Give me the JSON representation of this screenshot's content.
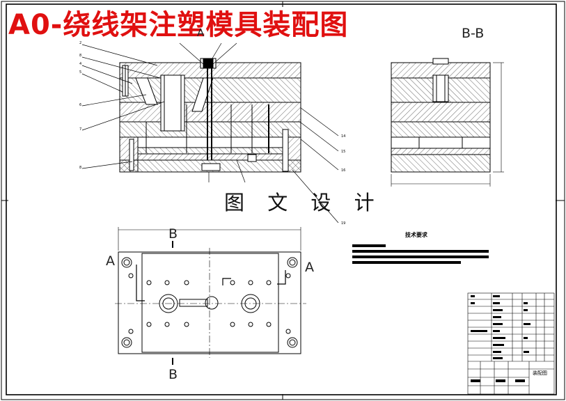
{
  "drawing": {
    "title": "A0-绕线架注塑模具装配图",
    "watermark": "图 文 设 计",
    "section_bb_label": "B-B",
    "label_a_left": "A",
    "label_a_right": "A",
    "label_b_top": "B",
    "label_b_bottom": "B",
    "label_a_top": "A",
    "tech_title": "技术要求",
    "title_block_name": "装配图"
  },
  "colors": {
    "title": "#e01010",
    "line": "#000000",
    "hatch": "#555555"
  }
}
